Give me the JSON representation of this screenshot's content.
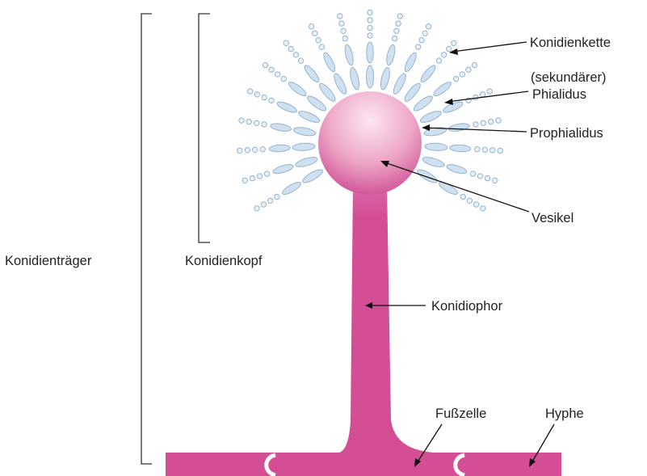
{
  "colors": {
    "hypha": "#d34e95",
    "vesicle_top": "#fde6f1",
    "vesicle_bottom": "#cf4f93",
    "phialide_fill": "#cfe0f0",
    "phialide_stroke": "#96b3cf",
    "text": "#222222"
  },
  "labels": {
    "konidientraeger": "Konidienträger",
    "konidienkopf": "Konidienkopf",
    "konidienkette": "Konidienkette",
    "sekundaerer": "(sekundärer)",
    "phialidus": "Phialidus",
    "prophialidus": "Prophialidus",
    "vesikel": "Vesikel",
    "konidiophor": "Konidiophor",
    "fusszelle": "Fußzelle",
    "hyphe": "Hyphe"
  }
}
